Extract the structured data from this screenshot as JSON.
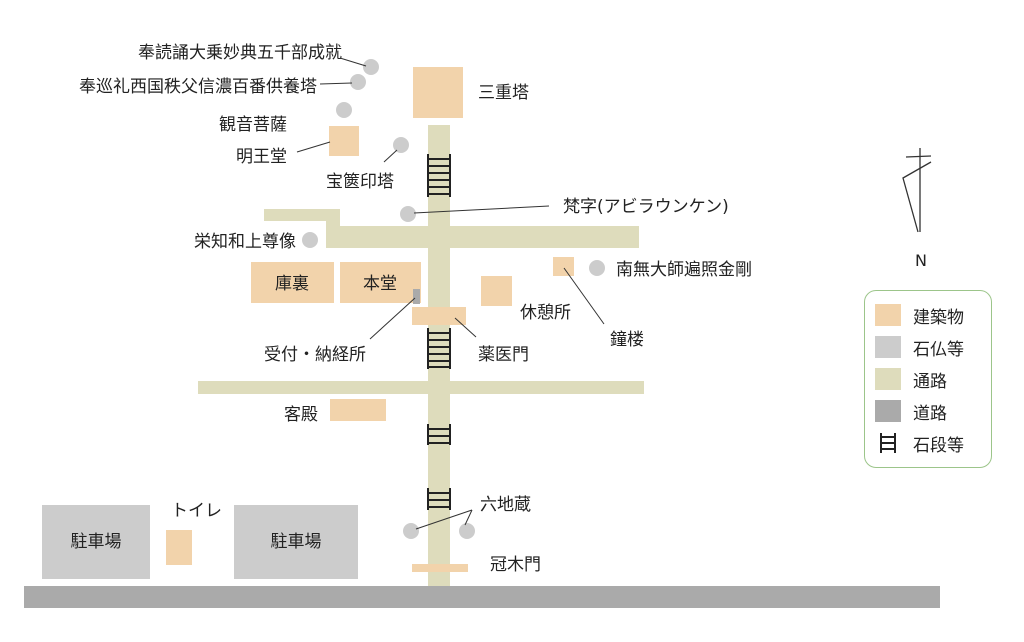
{
  "colors": {
    "building": "#f2d3ab",
    "stone": "#cccccc",
    "path": "#dedcbc",
    "road": "#aaaaaa",
    "stairs": "#222222",
    "legend_border": "#9cc58a"
  },
  "labels": {
    "sutra_monument": "奉読誦大乗妙典五千部成就",
    "pilgrimage_monument": "奉巡礼西国秩父信濃百番供養塔",
    "kannon": "観音菩薩",
    "myoo_do": "明王堂",
    "three_story_pagoda": "三重塔",
    "hokyoin_to": "宝篋印塔",
    "bonji": "梵字(アビラウンケン)",
    "eichi_wajo": "栄知和上尊像",
    "kuri": "庫裏",
    "hondo": "本堂",
    "namu_daishi": "南無大師遍照金剛",
    "kyukeisho": "休憩所",
    "shoro": "鐘楼",
    "uketsuke": "受付・納経所",
    "yakuimon": "薬医門",
    "kyakuden": "客殿",
    "toilet": "トイレ",
    "parking_left": "駐車場",
    "parking_right": "駐車場",
    "rokujizo": "六地蔵",
    "kabukimon": "冠木門",
    "north": "N"
  },
  "legend": [
    {
      "label": "建築物",
      "type": "building"
    },
    {
      "label": "石仏等",
      "type": "stone"
    },
    {
      "label": "通路",
      "type": "path"
    },
    {
      "label": "道路",
      "type": "road"
    },
    {
      "label": "石段等",
      "type": "stairs"
    }
  ]
}
